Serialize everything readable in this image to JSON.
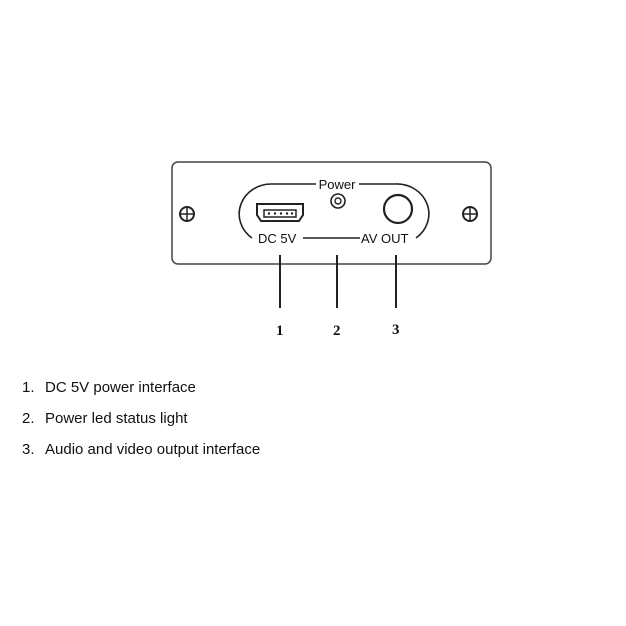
{
  "panel": {
    "labels": {
      "power": "Power",
      "dc": "DC 5V",
      "av": "AV OUT"
    }
  },
  "callouts": [
    {
      "number": "1"
    },
    {
      "number": "2"
    },
    {
      "number": "3"
    }
  ],
  "legend": {
    "items": [
      {
        "index": "1.",
        "text": "DC 5V power interface"
      },
      {
        "index": "2.",
        "text": "Power led status light"
      },
      {
        "index": "3.",
        "text": "Audio and video output interface"
      }
    ]
  }
}
